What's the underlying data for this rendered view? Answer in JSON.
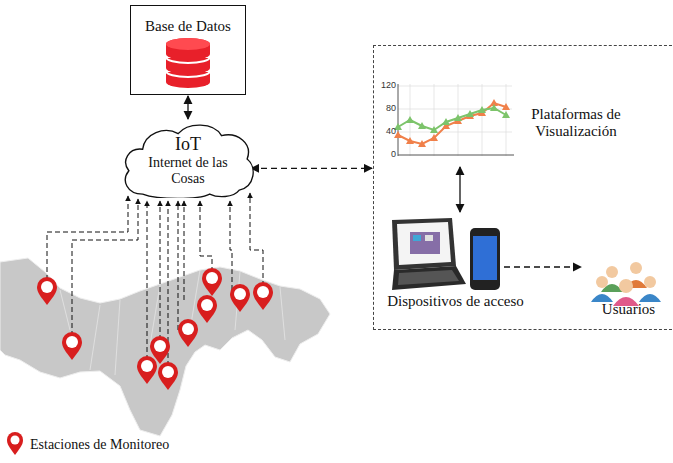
{
  "diagram": {
    "nodes": [
      {
        "text": [
          "Base de Datos"
        ]
      },
      {
        "text": [
          "IoT",
          "Internet de las Cosas"
        ]
      },
      {
        "text": []
      },
      {
        "text": [
          "Plataformas de Visualización"
        ],
        "in": 2
      },
      {
        "text": [
          "Dispositivos de acceso"
        ],
        "in": 2
      },
      {
        "text": [
          "Usuarios"
        ],
        "in": 2
      }
    ],
    "edges": [
      {
        "from": 0,
        "to": 1,
        "arrow": "both"
      },
      {
        "from": 1,
        "to": 2,
        "arrow": "both"
      },
      {
        "from": 3,
        "to": 4,
        "arrow": "both"
      },
      {
        "from": 4,
        "to": 5,
        "arrow": "to"
      }
    ],
    "labels": [
      "120",
      "80",
      "40",
      "0"
    ],
    "legend": [
      {
        "text": "Estaciones de Monitoreo"
      }
    ]
  }
}
